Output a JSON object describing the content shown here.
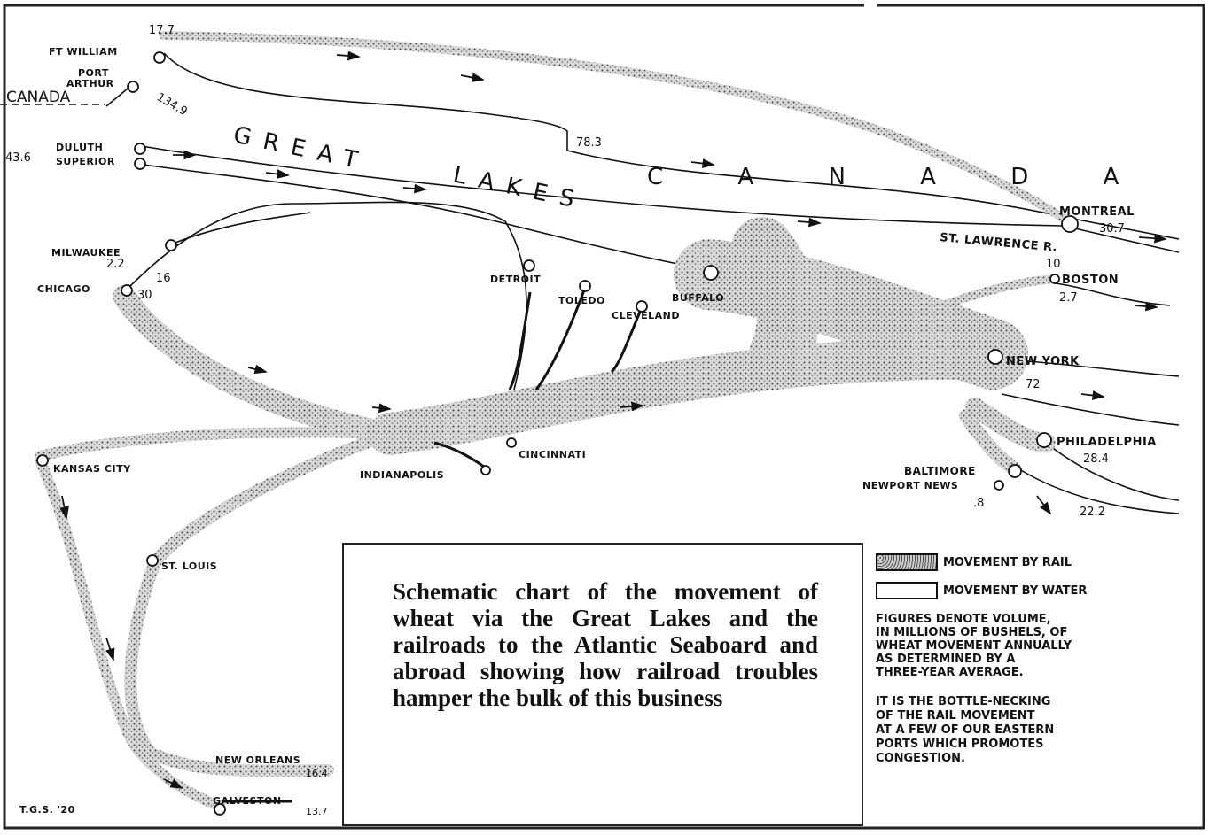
{
  "map": {
    "region_labels": {
      "canada_west": "CANADA",
      "great": "GREAT",
      "lakes": "LAKES",
      "canada_east": "C A N A D A",
      "st_lawrence": "ST. LAWRENCE R."
    },
    "cities": {
      "ft_william": "FT WILLIAM",
      "port_arthur_1": "PORT",
      "port_arthur_2": "ARTHUR",
      "duluth": "DULUTH",
      "superior": "SUPERIOR",
      "milwaukee": "MILWAUKEE",
      "chicago": "CHICAGO",
      "detroit": "DETROIT",
      "toledo": "TOLEDO",
      "cleveland": "CLEVELAND",
      "buffalo": "BUFFALO",
      "montreal": "MONTREAL",
      "boston": "BOSTON",
      "new_york": "NEW YORK",
      "philadelphia": "PHILADELPHIA",
      "baltimore": "BALTIMORE",
      "newport_news": "NEWPORT NEWS",
      "kansas_city": "KANSAS CITY",
      "indianapolis": "INDIANAPOLIS",
      "cincinnati": "CINCINNATI",
      "st_louis": "ST. LOUIS",
      "new_orleans": "NEW ORLEANS",
      "galveston": "GALVESTON"
    },
    "volumes": {
      "ft_william_rail": "17.7",
      "port_arthur": "134.9",
      "duluth_superior": "43.6",
      "lakes_mid": "78.3",
      "milwaukee": "2.2",
      "chicago_a": "16",
      "chicago_b": "30",
      "montreal": "30.7",
      "montreal_b": "10",
      "boston": "2.7",
      "new_york": "72",
      "philadelphia": "28.4",
      "baltimore": "22.2",
      "newport_news": ".8",
      "new_orleans": "16.4",
      "galveston": "13.7"
    },
    "signature": "T.G.S. '20"
  },
  "caption": "Schematic chart of the movement of wheat via the Great Lakes and the railroads to the Atlantic Seaboard and abroad showing how railroad troubles hamper the bulk of this business",
  "legend": {
    "rail": "MOVEMENT BY RAIL",
    "water": "MOVEMENT BY WATER",
    "note1": "FIGURES DENOTE VOLUME,\nIN MILLIONS OF BUSHELS, OF\nWHEAT MOVEMENT ANNUALLY\nAS DETERMINED BY A\nTHREE-YEAR AVERAGE.",
    "note2": "IT IS THE BOTTLE-NECKING\nOF THE RAIL MOVEMENT\nAT A FEW OF OUR EASTERN\nPORTS WHICH PROMOTES\nCONGESTION."
  }
}
